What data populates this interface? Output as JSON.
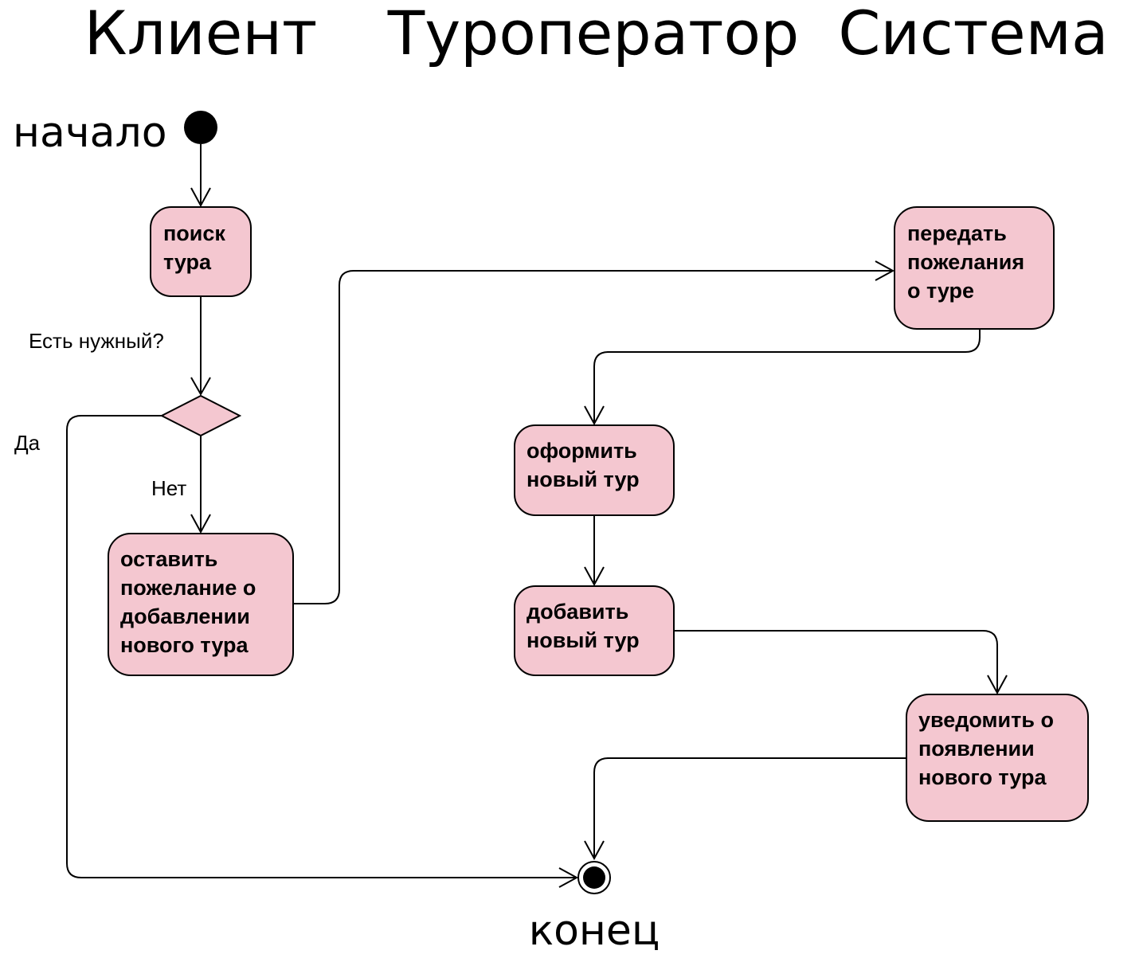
{
  "lanes": {
    "client": "Клиент",
    "tour_operator": "Туроператор",
    "system": "Система"
  },
  "start_label": "начало",
  "end_label": "конец",
  "nodes": {
    "search_tour": [
      "поиск",
      "тура"
    ],
    "leave_wish": [
      "оставить",
      "пожелание о",
      "добавлении",
      "нового тура"
    ],
    "pass_wishes": [
      "передать",
      "пожелания",
      "о туре"
    ],
    "create_tour": [
      "оформить",
      "новый тур"
    ],
    "add_tour": [
      "добавить",
      "новый тур"
    ],
    "notify": [
      "уведомить о",
      "появлении",
      "нового тура"
    ]
  },
  "decision": {
    "question": "Есть нужный?",
    "yes": "Да",
    "no": "Нет"
  },
  "colors": {
    "node_fill": "#f4c7d0",
    "stroke": "#000000"
  }
}
